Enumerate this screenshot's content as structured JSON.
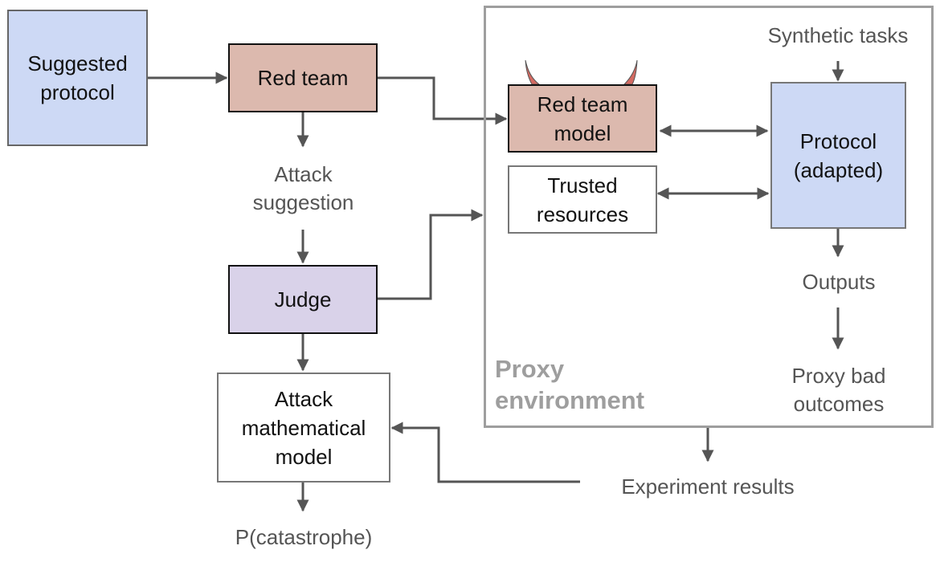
{
  "colors": {
    "protocol_fill": "#cdd9f5",
    "red_team_fill": "#dcb9ae",
    "judge_fill": "#d9d2e9",
    "white_fill": "#ffffff",
    "arrow": "#555555",
    "container_border": "#9e9e9e",
    "horn": "#d46a62"
  },
  "nodes": {
    "suggested_protocol": "Suggested protocol",
    "red_team": "Red team",
    "judge": "Judge",
    "attack_math_model": "Attack mathematical model",
    "red_team_model": "Red team model",
    "trusted_resources": "Trusted resources",
    "protocol_adapted": "Protocol (adapted)"
  },
  "labels": {
    "attack_suggestion": "Attack suggestion",
    "p_catastrophe": "P(catastrophe)",
    "synthetic_tasks": "Synthetic tasks",
    "outputs": "Outputs",
    "proxy_bad_outcomes": "Proxy bad outcomes",
    "experiment_results": "Experiment results"
  },
  "container": {
    "title": "Proxy environment"
  }
}
